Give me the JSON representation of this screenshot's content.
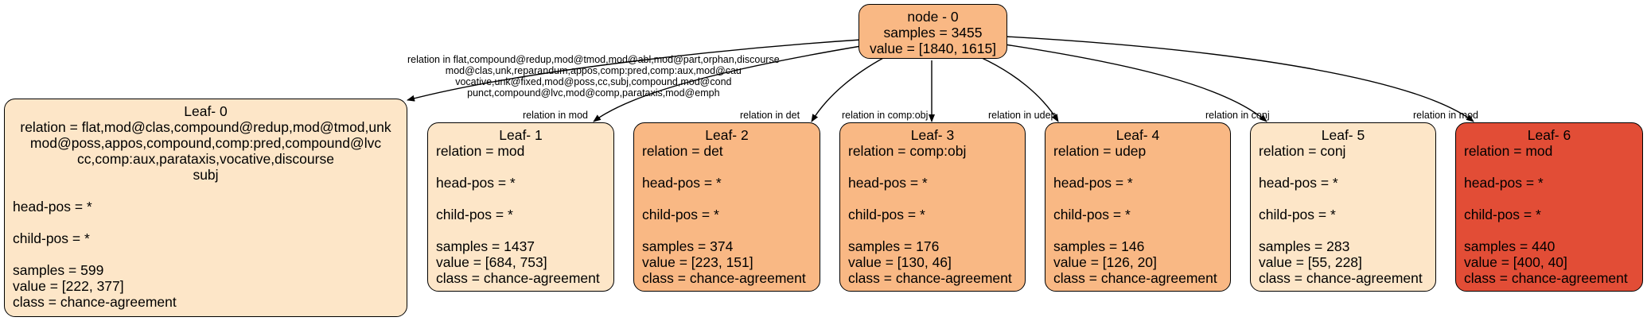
{
  "colors": {
    "light": "#fde6c8",
    "medium": "#f9b884",
    "dark": "#e24d36",
    "stroke": "#000000"
  },
  "root": {
    "title": "node - 0",
    "samples": "samples = 3455",
    "value": "value = [1840, 1615]"
  },
  "edges": [
    {
      "label_lines": [
        "relation in flat,compound@redup,mod@tmod,mod@abl,mod@part,orphan,discourse",
        "mod@clas,unk,reparandum,appos,comp:pred,comp:aux,mod@cau",
        "vocative,unk@fixed,mod@poss,cc,subj,compound,mod@cond",
        "punct,compound@lvc,mod@comp,parataxis,mod@emph"
      ]
    },
    {
      "label_lines": [
        "relation in mod"
      ]
    },
    {
      "label_lines": [
        "relation in det"
      ]
    },
    {
      "label_lines": [
        "relation in comp:obj"
      ]
    },
    {
      "label_lines": [
        "relation in udep"
      ]
    },
    {
      "label_lines": [
        "relation in conj"
      ]
    },
    {
      "label_lines": [
        "relation in mod"
      ]
    }
  ],
  "leaves": [
    {
      "title": "Leaf- 0",
      "color": "light",
      "lines": [
        "relation = flat,mod@clas,compound@redup,mod@tmod,unk",
        "mod@poss,appos,compound,comp:pred,compound@lvc",
        "cc,comp:aux,parataxis,vocative,discourse",
        "subj"
      ],
      "head_pos": "head-pos = *",
      "child_pos": "child-pos = *",
      "samples": "samples = 599",
      "value": "value = [222, 377]",
      "class": "class = chance-agreement"
    },
    {
      "title": "Leaf- 1",
      "color": "light",
      "lines": [
        "relation = mod"
      ],
      "head_pos": "head-pos = *",
      "child_pos": "child-pos = *",
      "samples": "samples = 1437",
      "value": "value = [684, 753]",
      "class": "class = chance-agreement"
    },
    {
      "title": "Leaf- 2",
      "color": "medium",
      "lines": [
        "relation = det"
      ],
      "head_pos": "head-pos = *",
      "child_pos": "child-pos = *",
      "samples": "samples = 374",
      "value": "value = [223, 151]",
      "class": "class = chance-agreement"
    },
    {
      "title": "Leaf- 3",
      "color": "medium",
      "lines": [
        "relation = comp:obj"
      ],
      "head_pos": "head-pos = *",
      "child_pos": "child-pos = *",
      "samples": "samples = 176",
      "value": "value = [130, 46]",
      "class": "class = chance-agreement"
    },
    {
      "title": "Leaf- 4",
      "color": "medium",
      "lines": [
        "relation = udep"
      ],
      "head_pos": "head-pos = *",
      "child_pos": "child-pos = *",
      "samples": "samples = 146",
      "value": "value = [126, 20]",
      "class": "class = chance-agreement"
    },
    {
      "title": "Leaf- 5",
      "color": "light",
      "lines": [
        "relation = conj"
      ],
      "head_pos": "head-pos = *",
      "child_pos": "child-pos = *",
      "samples": "samples = 283",
      "value": "value = [55, 228]",
      "class": "class = chance-agreement"
    },
    {
      "title": "Leaf- 6",
      "color": "dark",
      "lines": [
        "relation = mod"
      ],
      "head_pos": "head-pos = *",
      "child_pos": "child-pos = *",
      "samples": "samples = 440",
      "value": "value = [400, 40]",
      "class": "class = chance-agreement"
    }
  ]
}
